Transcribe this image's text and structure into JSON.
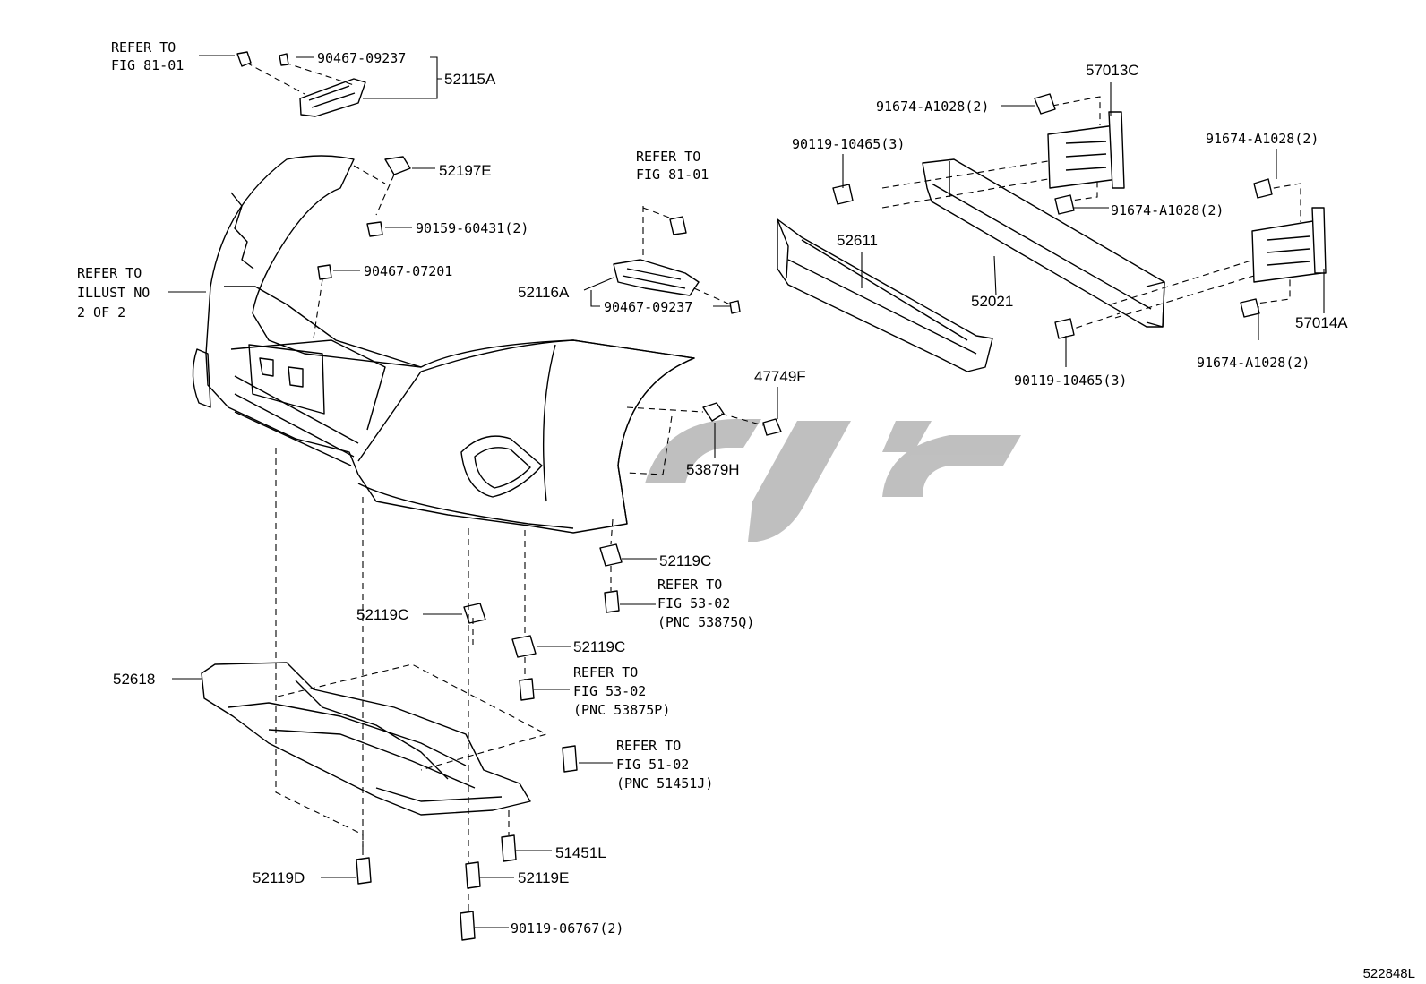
{
  "watermark": {
    "color": "#b5b5b5"
  },
  "diagram_id": "522848L",
  "callouts": [
    {
      "id": "refer-81-01-a",
      "lines": [
        "REFER TO",
        "FIG 81-01"
      ]
    },
    {
      "id": "90467-09237-top",
      "lines": [
        "90467-09237"
      ]
    },
    {
      "id": "52115a",
      "lines": [
        "52115A"
      ]
    },
    {
      "id": "52197e",
      "lines": [
        "52197E"
      ]
    },
    {
      "id": "90159-60431",
      "lines": [
        "90159-60431(2)"
      ]
    },
    {
      "id": "90467-07201",
      "lines": [
        "90467-07201"
      ]
    },
    {
      "id": "refer-illust",
      "lines": [
        "REFER TO",
        "ILLUST NO",
        "2 OF 2"
      ]
    },
    {
      "id": "refer-81-01-b",
      "lines": [
        "REFER TO",
        "FIG 81-01"
      ]
    },
    {
      "id": "52116a",
      "lines": [
        "52116A"
      ]
    },
    {
      "id": "90467-09237-mid",
      "lines": [
        "90467-09237"
      ]
    },
    {
      "id": "47749f",
      "lines": [
        "47749F"
      ]
    },
    {
      "id": "53879h",
      "lines": [
        "53879H"
      ]
    },
    {
      "id": "57013c",
      "lines": [
        "57013C"
      ]
    },
    {
      "id": "91674-a",
      "lines": [
        "91674-A1028(2)"
      ]
    },
    {
      "id": "90119-10465-top",
      "lines": [
        "90119-10465(3)"
      ]
    },
    {
      "id": "91674-b",
      "lines": [
        "91674-A1028(2)"
      ]
    },
    {
      "id": "91674-c",
      "lines": [
        "91674-A1028(2)"
      ]
    },
    {
      "id": "52611",
      "lines": [
        "52611"
      ]
    },
    {
      "id": "52021",
      "lines": [
        "52021"
      ]
    },
    {
      "id": "57014a",
      "lines": [
        "57014A"
      ]
    },
    {
      "id": "91674-d",
      "lines": [
        "91674-A1028(2)"
      ]
    },
    {
      "id": "90119-10465-bot",
      "lines": [
        "90119-10465(3)"
      ]
    },
    {
      "id": "52119c-right",
      "lines": [
        "52119C"
      ]
    },
    {
      "id": "refer-53-02-q",
      "lines": [
        "REFER TO",
        "FIG 53-02",
        "(PNC 53875Q)"
      ]
    },
    {
      "id": "52119c-left",
      "lines": [
        "52119C"
      ]
    },
    {
      "id": "52119c-mid",
      "lines": [
        "52119C"
      ]
    },
    {
      "id": "refer-53-02-p",
      "lines": [
        "REFER TO",
        "FIG 53-02",
        "(PNC 53875P)"
      ]
    },
    {
      "id": "52618",
      "lines": [
        "52618"
      ]
    },
    {
      "id": "refer-51-02",
      "lines": [
        "REFER TO",
        "FIG 51-02",
        "(PNC 51451J)"
      ]
    },
    {
      "id": "51451l",
      "lines": [
        "51451L"
      ]
    },
    {
      "id": "52119d",
      "lines": [
        "52119D"
      ]
    },
    {
      "id": "52119e",
      "lines": [
        "52119E"
      ]
    },
    {
      "id": "90119-06767",
      "lines": [
        "90119-06767(2)"
      ]
    }
  ]
}
